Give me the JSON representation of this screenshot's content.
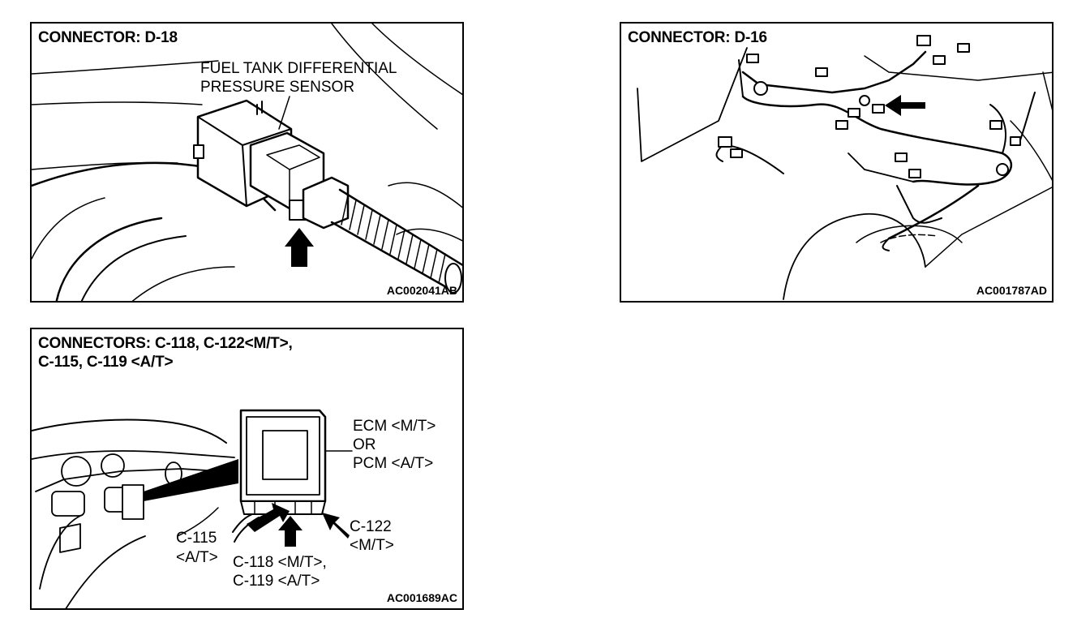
{
  "panel_d18": {
    "title": "CONNECTOR: D-18",
    "label_line1": "FUEL TANK DIFFERENTIAL",
    "label_line2": "PRESSURE SENSOR",
    "code": "AC002041AB"
  },
  "panel_d16": {
    "title": "CONNECTOR: D-16",
    "code": "AC001787AD"
  },
  "panel_ecm": {
    "title_line1": "CONNECTORS: C-118, C-122<M/T>,",
    "title_line2": "C-115, C-119 <A/T>",
    "ecm_line1": "ECM <M/T>",
    "ecm_line2": "OR",
    "ecm_line3": "PCM <A/T>",
    "c115_line1": "C-115",
    "c115_line2": "<A/T>",
    "c118_line1": "C-118 <M/T>,",
    "c118_line2": "C-119 <A/T>",
    "c122_line1": "C-122",
    "c122_line2": "<M/T>",
    "code": "AC001689AC"
  }
}
